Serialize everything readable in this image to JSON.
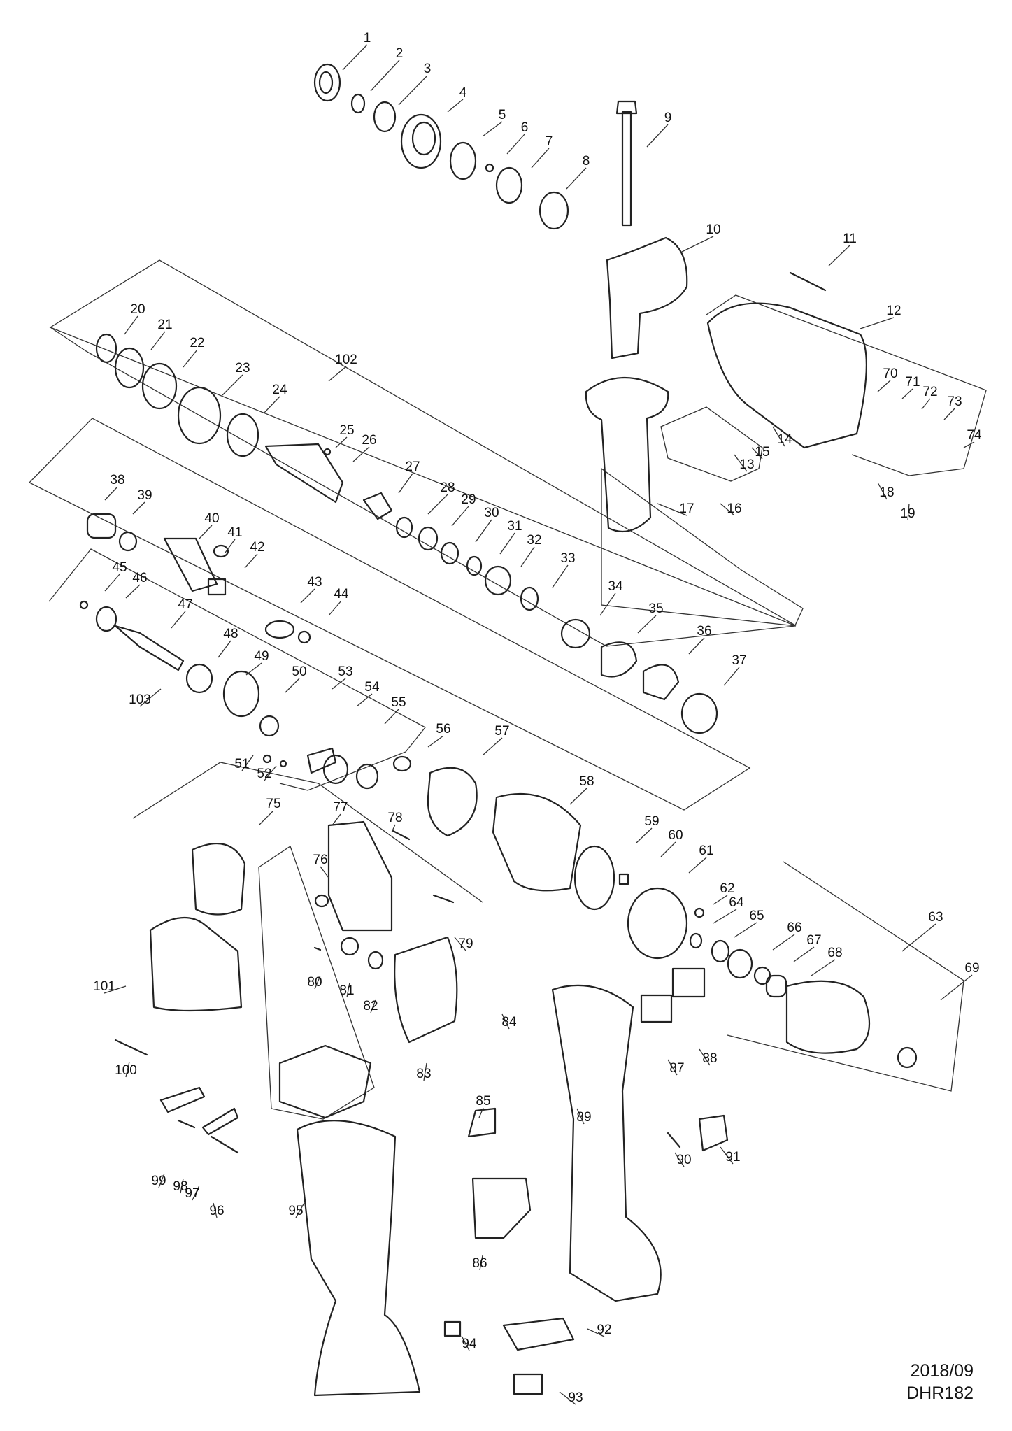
{
  "diagram": {
    "type": "exploded-parts-view",
    "callouts": [
      "1",
      "2",
      "3",
      "4",
      "5",
      "6",
      "7",
      "8",
      "9",
      "10",
      "11",
      "12",
      "13",
      "14",
      "15",
      "16",
      "17",
      "18",
      "19",
      "20",
      "21",
      "22",
      "23",
      "24",
      "25",
      "26",
      "27",
      "28",
      "29",
      "30",
      "31",
      "32",
      "33",
      "34",
      "35",
      "36",
      "37",
      "38",
      "39",
      "40",
      "41",
      "42",
      "43",
      "44",
      "45",
      "46",
      "47",
      "48",
      "49",
      "50",
      "51",
      "52",
      "53",
      "54",
      "55",
      "56",
      "57",
      "58",
      "59",
      "60",
      "61",
      "62",
      "63",
      "64",
      "65",
      "66",
      "67",
      "68",
      "69",
      "70",
      "71",
      "72",
      "73",
      "74",
      "75",
      "76",
      "77",
      "78",
      "79",
      "80",
      "81",
      "82",
      "83",
      "84",
      "85",
      "86",
      "87",
      "88",
      "89",
      "90",
      "91",
      "92",
      "93",
      "94",
      "95",
      "96",
      "97",
      "98",
      "99",
      "100",
      "101",
      "102",
      "103"
    ],
    "assembly_groups": [
      "102",
      "103"
    ]
  },
  "footer": {
    "date": "2018/09",
    "model": "DHR182"
  }
}
